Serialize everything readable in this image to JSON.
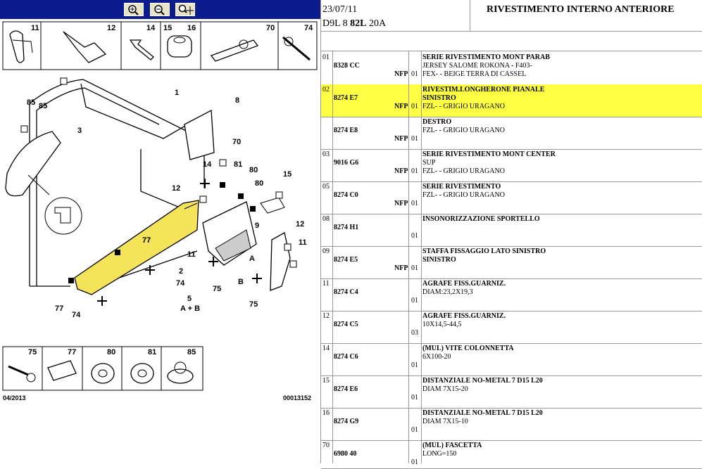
{
  "toolbar": {
    "buttons": [
      "zoom-in-icon",
      "zoom-out-icon",
      "zoom-fit-icon"
    ]
  },
  "thumbs": [
    "11",
    "12",
    "14",
    "15",
    "16",
    "70",
    "74"
  ],
  "bottom_thumbs": [
    "75",
    "77",
    "80",
    "81",
    "85"
  ],
  "diagram_labels": {
    "l85a": "85",
    "l85b": "85",
    "l3": "3",
    "l1": "1",
    "l8": "8",
    "l70": "70",
    "l14": "14",
    "l81": "81",
    "l80a": "80",
    "l80b": "80",
    "l15": "15",
    "l12a": "12",
    "l12b": "12",
    "l9": "9",
    "l11a": "11",
    "l11b": "11",
    "l77a": "77",
    "l77b": "77",
    "l2": "2",
    "l74a": "74",
    "l74b": "74",
    "l75a": "75",
    "l75b": "75",
    "lA": "A",
    "lB": "B",
    "l5": "5",
    "lAB": "A + B"
  },
  "footer": {
    "date": "04/2013",
    "code": "00013152"
  },
  "header": {
    "date": "23/07/11",
    "code_pre": "D9L 8 ",
    "code_bold": "82L",
    "code_post": " 20A",
    "title": "RIVESTIMENTO INTERNO ANTERIORE"
  },
  "rows": [
    {
      "grp": "01",
      "ref": "8328 CC",
      "nfp": "NFP",
      "qty": "01",
      "bold": "SERIE RIVESTIMENTO MONT PARAB",
      "lines": [
        "JERSEY SALOME ROKONA - F403-",
        "FEX- - BEIGE TERRA DI CASSEL"
      ],
      "hl": false
    },
    {
      "grp": "02",
      "ref": "8274 E7",
      "nfp": "NFP",
      "qty": "01",
      "bold": "RIVESTIM.LONGHERONE PIANALE",
      "bold2": "SINISTRO",
      "lines": [
        "FZL- - GRIGIO URAGANO"
      ],
      "hl": true
    },
    {
      "grp": "",
      "ref": "8274 E8",
      "nfp": "NFP",
      "qty": "01",
      "bold": "DESTRO",
      "lines": [
        "FZL- - GRIGIO URAGANO"
      ],
      "hl": false
    },
    {
      "grp": "03",
      "ref": "9016 G6",
      "nfp": "NFP",
      "qty": "01",
      "bold": "SERIE RIVESTIMENTO MONT CENTER",
      "lines": [
        "SUP",
        "FZL- - GRIGIO URAGANO"
      ],
      "hl": false
    },
    {
      "grp": "05",
      "ref": "8274 C0",
      "nfp": "NFP",
      "qty": "01",
      "bold": "SERIE RIVESTIMENTO",
      "lines": [
        "FZL- - GRIGIO URAGANO"
      ],
      "hl": false
    },
    {
      "grp": "08",
      "ref": "8274 H1",
      "nfp": "",
      "qty": "01",
      "bold": "INSONORIZZAZIONE SPORTELLO",
      "lines": [],
      "hl": false
    },
    {
      "grp": "09",
      "ref": "8274 E5",
      "nfp": "NFP",
      "qty": "01",
      "bold": "STAFFA FISSAGGIO LATO SINISTRO",
      "bold2": "SINISTRO",
      "lines": [],
      "hl": false
    },
    {
      "grp": "11",
      "ref": "8274 C4",
      "nfp": "",
      "qty": "01",
      "bold": "AGRAFE FISS.GUARNIZ.",
      "lines": [
        "DIAM:23,2X19,3"
      ],
      "hl": false
    },
    {
      "grp": "12",
      "ref": "8274 C5",
      "nfp": "",
      "qty": "03",
      "bold": "AGRAFE FISS.GUARNIZ.",
      "lines": [
        "10X14,5-44,5"
      ],
      "hl": false
    },
    {
      "grp": "14",
      "ref": "8274 C6",
      "nfp": "",
      "qty": "01",
      "bold": "(MUL) VITE COLONNETTA",
      "lines": [
        "6X100-20"
      ],
      "hl": false
    },
    {
      "grp": "15",
      "ref": "8274 E6",
      "nfp": "",
      "qty": "01",
      "bold": "DISTANZIALE NO-METAL 7 D15 L20",
      "lines": [
        "DIAM 7X15-20"
      ],
      "hl": false
    },
    {
      "grp": "16",
      "ref": "8274 G9",
      "nfp": "",
      "qty": "01",
      "bold": "DISTANZIALE NO-METAL 7 D15 L20",
      "lines": [
        "DIAM 7X15-10"
      ],
      "hl": false
    },
    {
      "grp": "70",
      "ref": "6980 40",
      "nfp": "",
      "qty": "01",
      "bold": "(MUL) FASCETTA",
      "lines": [
        "LONG=150"
      ],
      "hl": false
    }
  ]
}
